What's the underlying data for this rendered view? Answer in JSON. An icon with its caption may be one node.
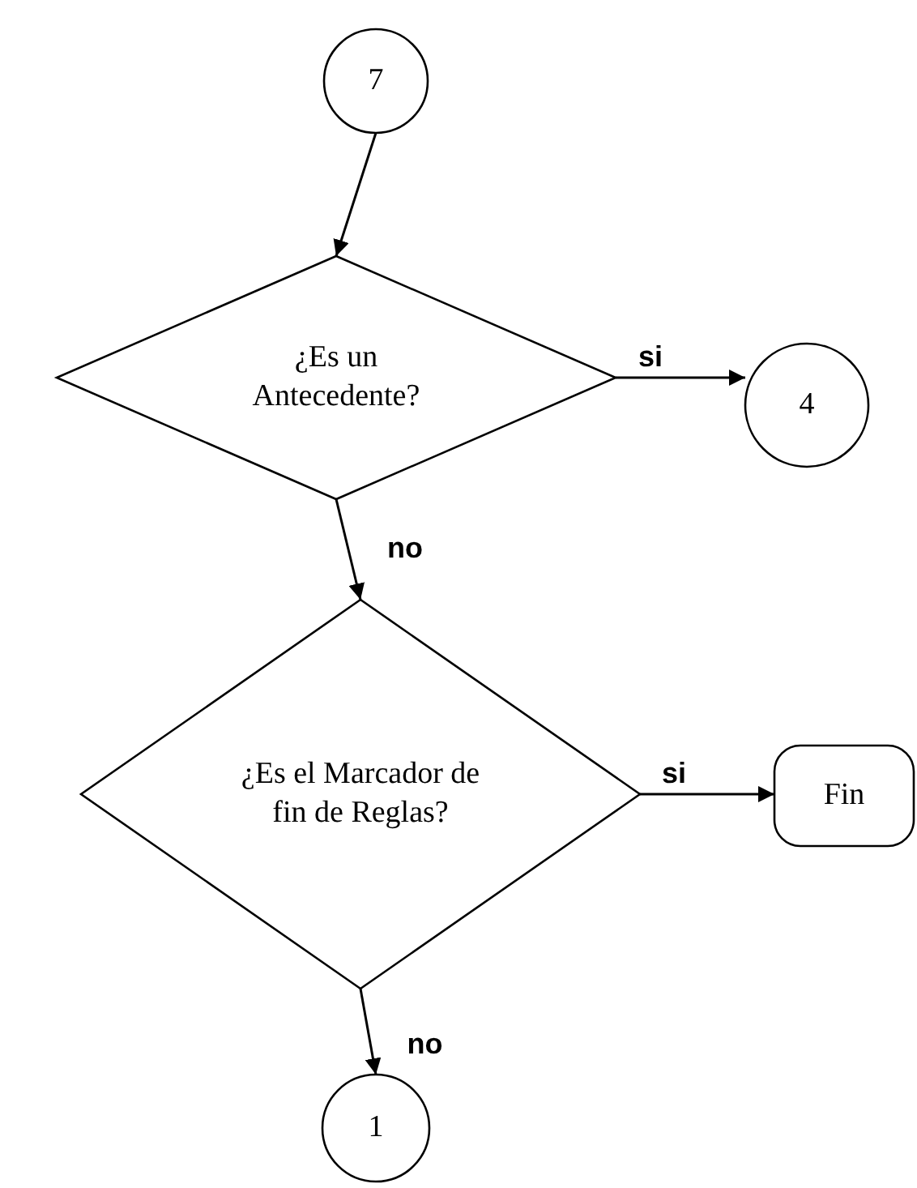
{
  "diagram": {
    "nodes": [
      {
        "text": [
          "7"
        ]
      },
      {
        "text": [
          "¿Es un Antecedente?"
        ]
      },
      {
        "text": [
          "4"
        ]
      },
      {
        "text": [
          "¿Es el Marcador de fin de Reglas?"
        ]
      },
      {
        "text": [
          "Fin"
        ]
      },
      {
        "text": [
          "1"
        ]
      }
    ],
    "edges": [
      {
        "from": 0,
        "to": 1,
        "arrow": "to"
      },
      {
        "from": 1,
        "to": 2,
        "arrow": "to",
        "label": "si"
      },
      {
        "from": 1,
        "to": 3,
        "arrow": "to",
        "label": "no"
      },
      {
        "from": 3,
        "to": 4,
        "arrow": "to",
        "label": "si"
      },
      {
        "from": 3,
        "to": 5,
        "arrow": "to",
        "label": "no"
      }
    ]
  }
}
